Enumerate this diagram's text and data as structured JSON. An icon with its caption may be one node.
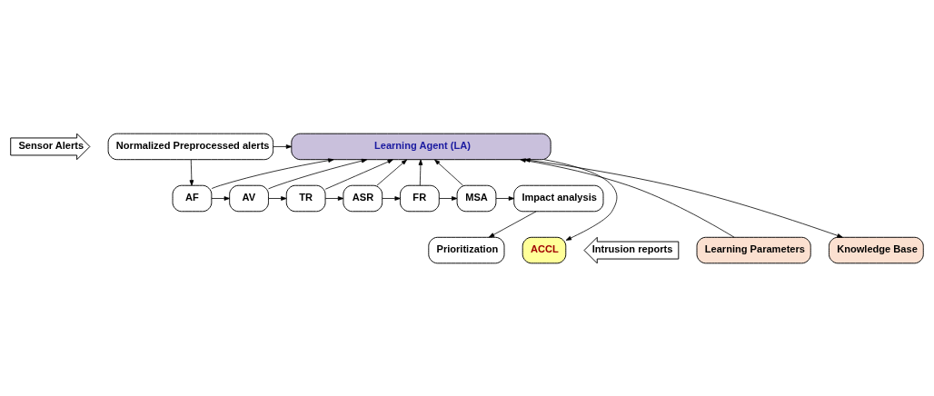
{
  "diagram": {
    "nodes": [
      {
        "text": [
          "Sensor Alerts"
        ]
      },
      {
        "text": [
          "Normalized Preprocessed alerts"
        ]
      },
      {
        "text": [
          "AF"
        ]
      },
      {
        "text": [
          "AV"
        ]
      },
      {
        "text": [
          "TR"
        ]
      },
      {
        "text": [
          "ASR"
        ]
      },
      {
        "text": [
          "FR"
        ]
      },
      {
        "text": [
          "MSA"
        ]
      },
      {
        "text": [
          "Impact analysis"
        ]
      },
      {
        "text": [
          "Learning Agent (LA)"
        ]
      },
      {
        "text": [
          "Learning Parameters"
        ]
      },
      {
        "text": [
          "Knowledge Base"
        ]
      },
      {
        "text": [
          "ACCL"
        ]
      },
      {
        "text": [
          "Prioritization"
        ]
      },
      {
        "text": [
          "Intrusion reports"
        ]
      }
    ],
    "edges": [
      {
        "from": 1,
        "to": 2,
        "arrow": "to"
      },
      {
        "from": 1,
        "to": 9,
        "arrow": "to"
      },
      {
        "from": 2,
        "to": 3,
        "arrow": "to"
      },
      {
        "from": 2,
        "to": 9,
        "arrow": "to"
      },
      {
        "from": 3,
        "to": 4,
        "arrow": "to"
      },
      {
        "from": 3,
        "to": 9,
        "arrow": "to"
      },
      {
        "from": 4,
        "to": 5,
        "arrow": "to"
      },
      {
        "from": 4,
        "to": 9,
        "arrow": "to"
      },
      {
        "from": 5,
        "to": 6,
        "arrow": "to"
      },
      {
        "from": 5,
        "to": 9,
        "arrow": "to"
      },
      {
        "from": 6,
        "to": 7,
        "arrow": "to"
      },
      {
        "from": 6,
        "to": 9,
        "arrow": "to"
      },
      {
        "from": 7,
        "to": 8,
        "arrow": "to"
      },
      {
        "from": 7,
        "to": 9,
        "arrow": "to"
      },
      {
        "from": 8,
        "to": 13,
        "arrow": "to"
      },
      {
        "from": 10,
        "to": 9,
        "arrow": "to"
      },
      {
        "from": 9,
        "to": 11,
        "arrow": "both"
      },
      {
        "from": 9,
        "to": 12,
        "arrow": "to"
      }
    ]
  }
}
